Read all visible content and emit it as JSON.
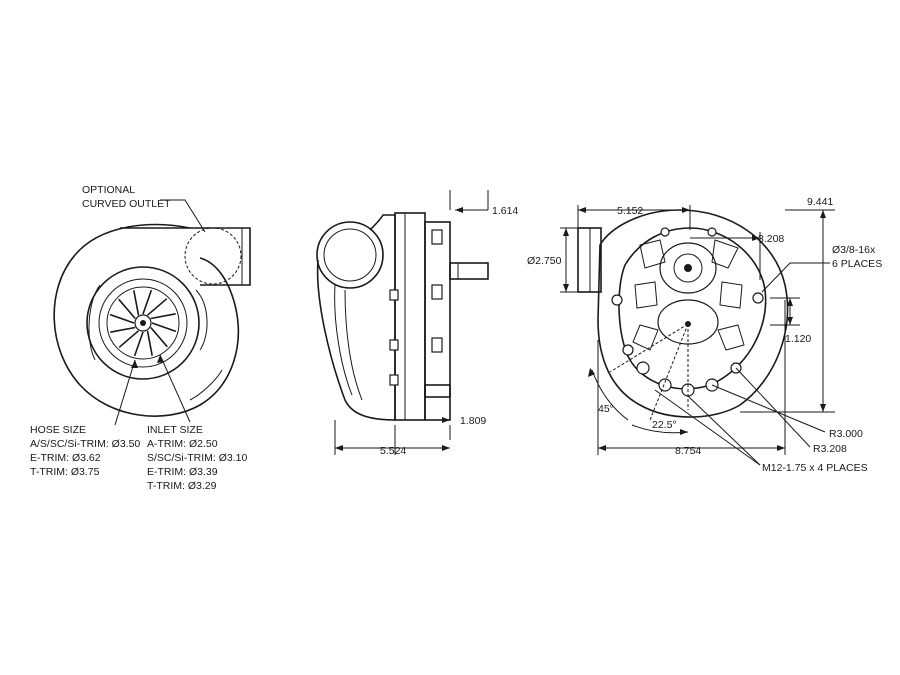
{
  "callouts": {
    "optional_outlet_line1": "OPTIONAL",
    "optional_outlet_line2": "CURVED OUTLET",
    "hose_size_title": "HOSE SIZE",
    "hose_size_rows": [
      "A/S/SC/Si-TRIM: Ø3.50",
      "E-TRIM: Ø3.62",
      "T-TRIM: Ø3.75"
    ],
    "inlet_size_title": "INLET SIZE",
    "inlet_size_rows": [
      "A-TRIM: Ø2.50",
      "S/SC/Si-TRIM: Ø3.10",
      "E-TRIM: Ø3.39",
      "T-TRIM: Ø3.29"
    ]
  },
  "side_view": {
    "dim_shaft": "1.614",
    "dim_base": "1.809",
    "dim_overall": "5.524"
  },
  "rear_view": {
    "dim_outlet_offset": "5.152",
    "dim_overall_width": "9.441",
    "dim_outlet_dia": "Ø2.750",
    "dim_boss_offset": "3.208",
    "dim_thread_1": "Ø3/8-16x",
    "dim_thread_2": "6 PLACES",
    "dim_vertical": "1.120",
    "dim_angle_1": "45°",
    "dim_angle_2": "22.5°",
    "dim_bottom_width": "8.754",
    "dim_r1": "R3.000",
    "dim_r2": "R3.208",
    "dim_metric": "M12-1.75 x 4 PLACES"
  },
  "colors": {
    "line": "#1a1a1a",
    "background": "#ffffff"
  }
}
